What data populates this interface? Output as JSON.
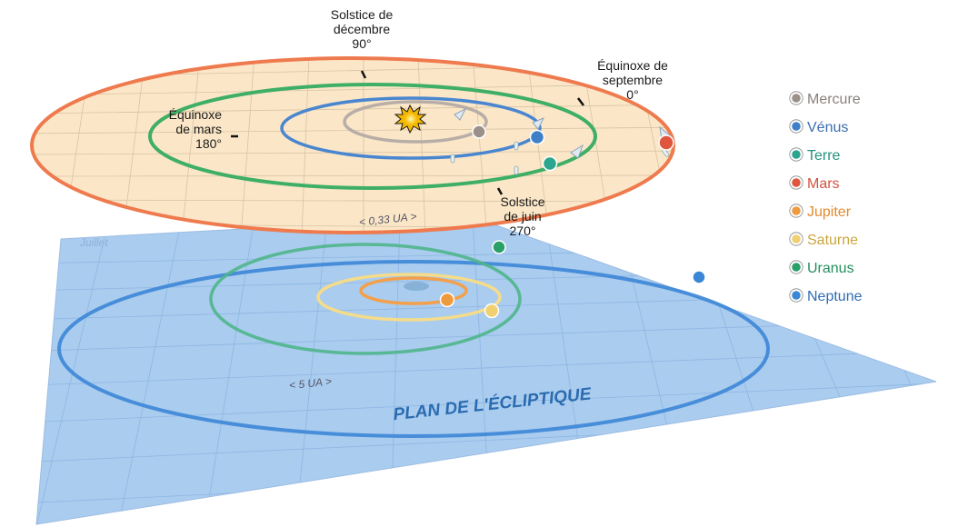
{
  "inner_plane": {
    "labels": {
      "december": [
        "Solstice de",
        "décembre",
        "90°"
      ],
      "september": [
        "Équinoxe de",
        "septembre",
        "0°"
      ],
      "march": [
        "Équinoxe",
        "de mars",
        "180°"
      ],
      "june": [
        "Solstice",
        "de juin",
        "270°"
      ]
    },
    "scale": "< 0,33 UA >"
  },
  "outer_plane": {
    "title": "PLAN DE L'ÉCLIPTIQUE",
    "scale": "< 5 UA >",
    "month_label": "Juillet"
  },
  "legend": [
    {
      "name": "Mercure",
      "color": "#9b8f8a",
      "text_color": "#8a817d"
    },
    {
      "name": "Vénus",
      "color": "#3f7fc8",
      "text_color": "#3b6fb0"
    },
    {
      "name": "Terre",
      "color": "#2ba58e",
      "text_color": "#23937e"
    },
    {
      "name": "Mars",
      "color": "#e0553d",
      "text_color": "#d2533d"
    },
    {
      "name": "Jupiter",
      "color": "#f09a3e",
      "text_color": "#e38a2c"
    },
    {
      "name": "Saturne",
      "color": "#f0d070",
      "text_color": "#c9a640"
    },
    {
      "name": "Uranus",
      "color": "#2aa069",
      "text_color": "#258f5e"
    },
    {
      "name": "Neptune",
      "color": "#3c86d6",
      "text_color": "#2f6db3"
    }
  ],
  "colors": {
    "inner_plane_fill": "#fbe7c8",
    "outer_plane_fill": "#a9ccef",
    "sun": "#ffd200"
  }
}
